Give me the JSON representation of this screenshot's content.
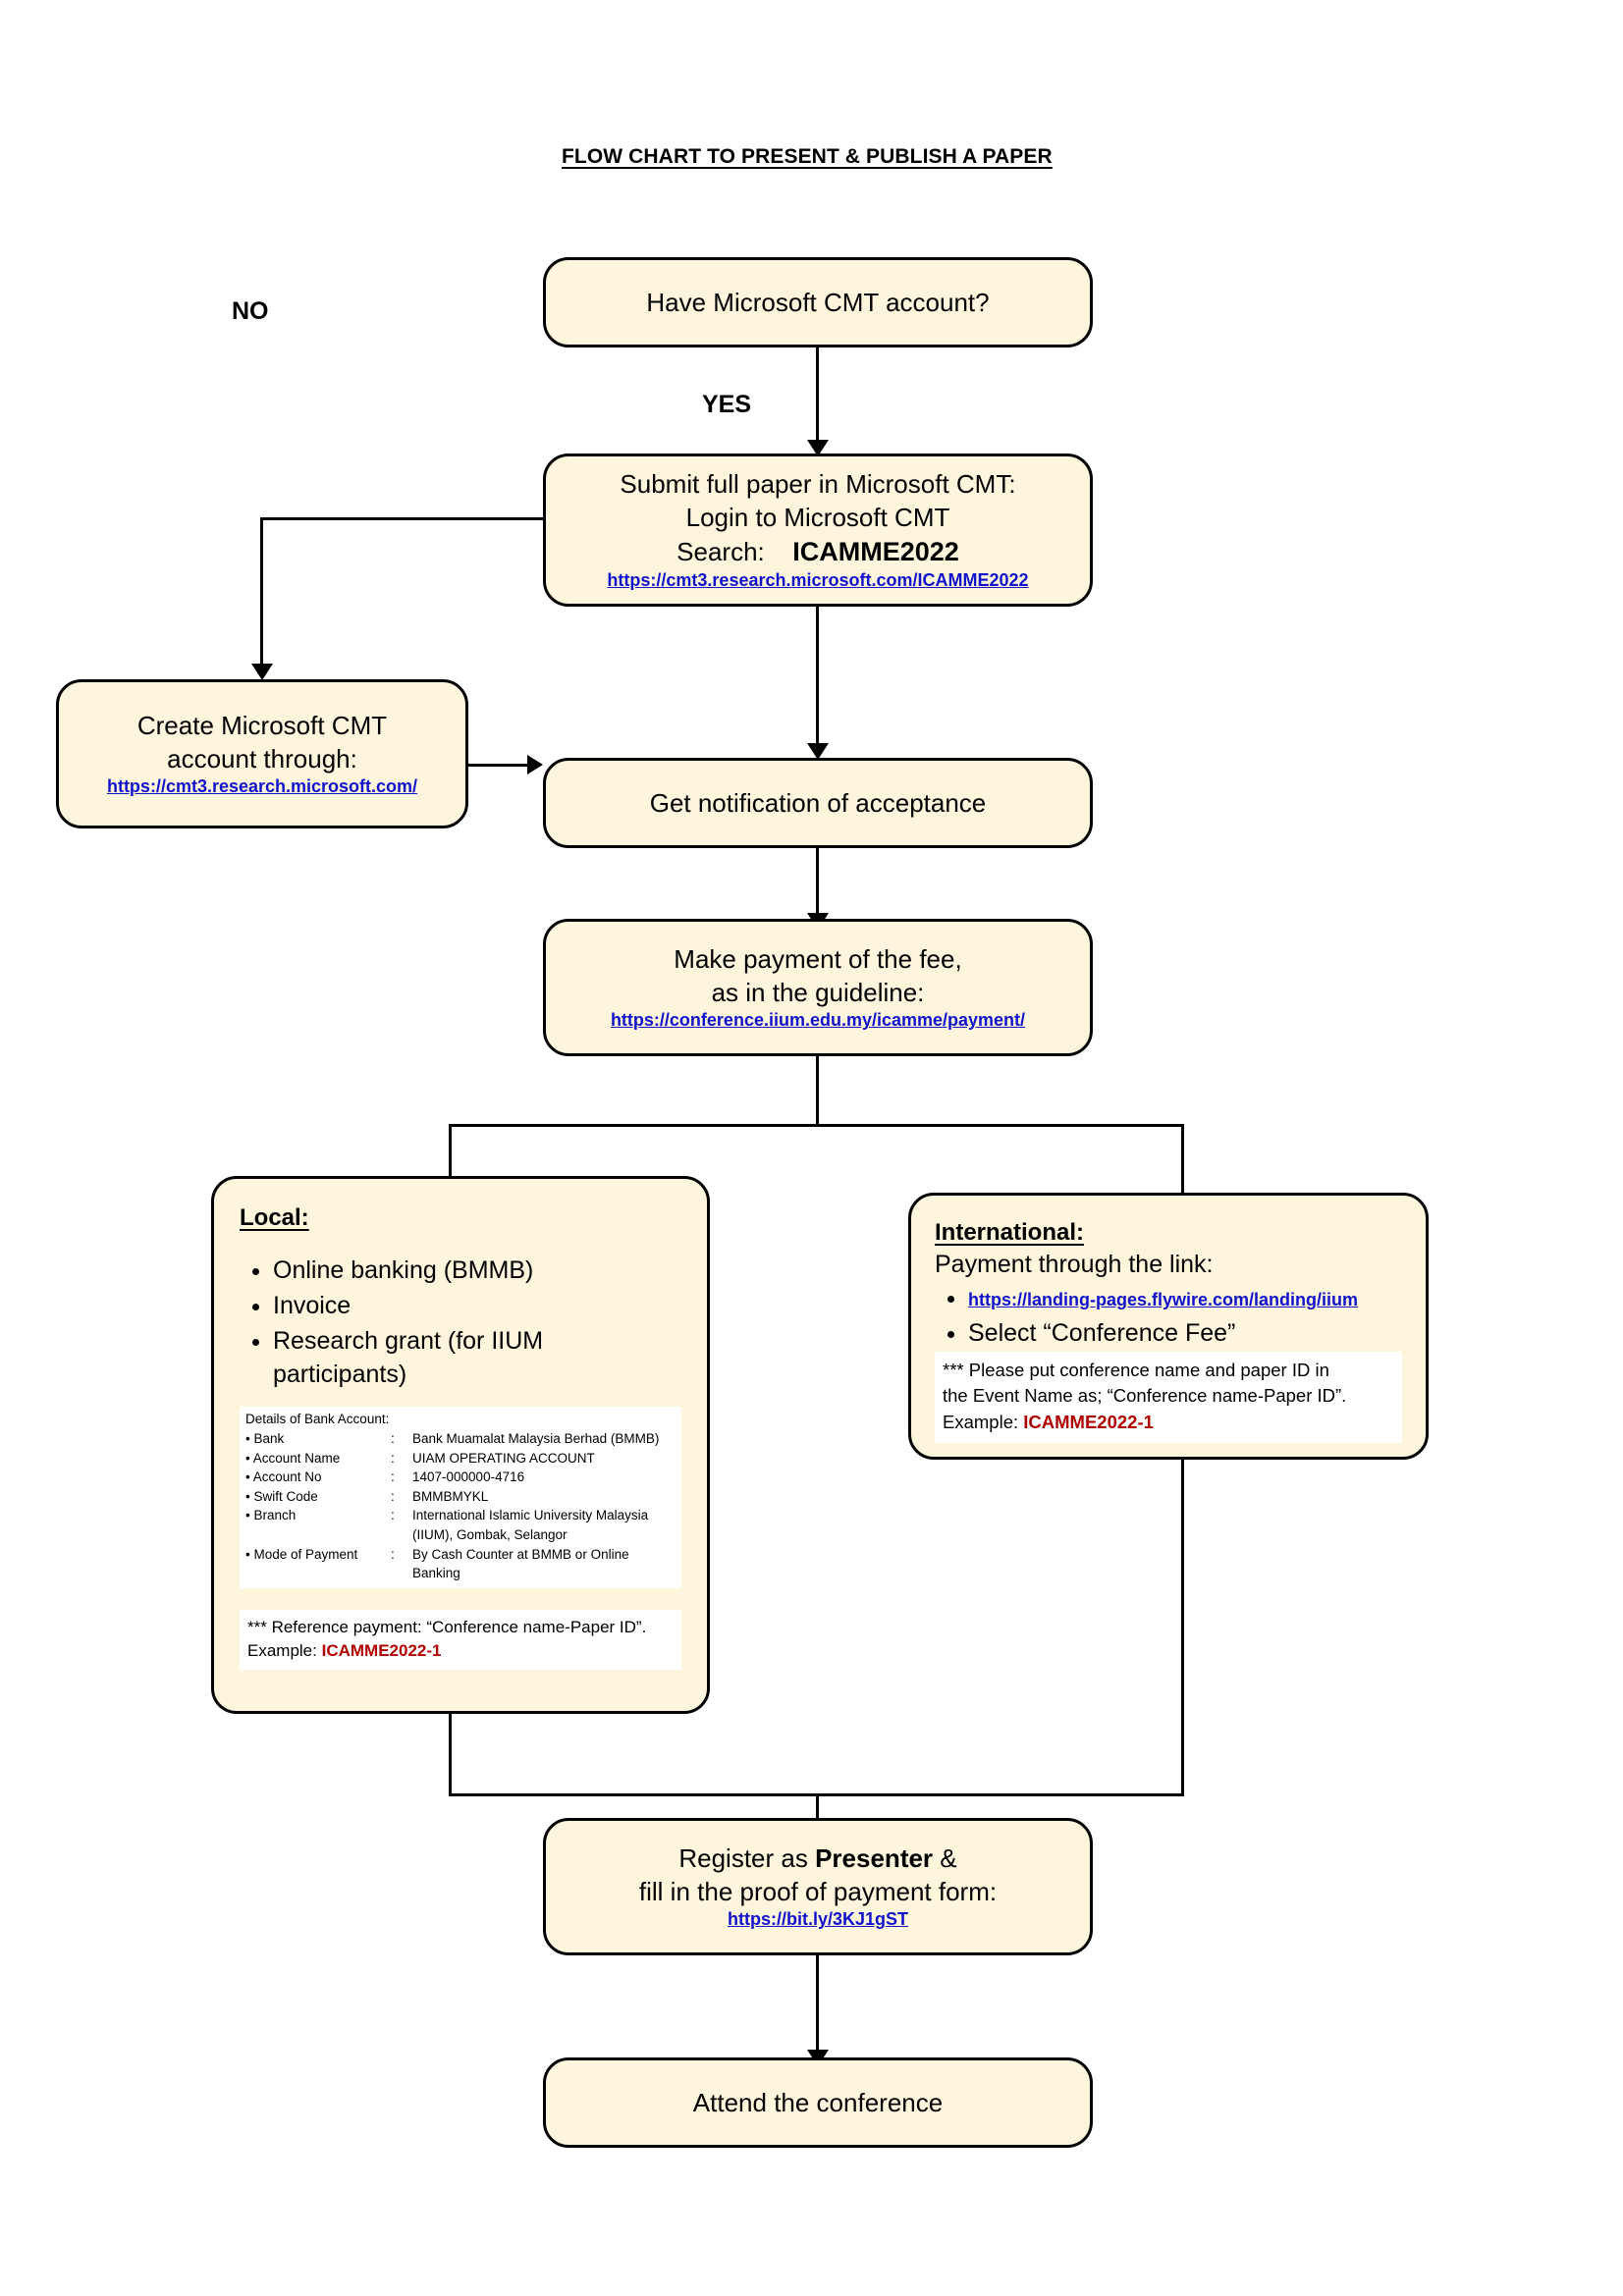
{
  "document": {
    "title": "FLOW CHART TO PRESENT & PUBLISH A PAPER"
  },
  "colors": {
    "box_fill": "#FDF6DC",
    "box_border": "#000000",
    "link": "#1112CC",
    "accent_red": "#B00000",
    "page_background": "#FFFFFF"
  },
  "edge_labels": {
    "yes": "YES",
    "no": "NO"
  },
  "nodes": {
    "have_account": {
      "line1": "Have Microsoft CMT account?"
    },
    "submit_paper": {
      "line1": "Submit full paper in Microsoft CMT:",
      "line2": "Login to Microsoft CMT",
      "line3_label": "Search:",
      "line3_value": "ICAMME2022",
      "link": "https://cmt3.research.microsoft.com/ICAMME2022"
    },
    "create_account": {
      "line1": "Create Microsoft CMT",
      "line2": "account through:",
      "link": "https://cmt3.research.microsoft.com/"
    },
    "notification": {
      "line1": "Get notification of acceptance"
    },
    "payment": {
      "line1": "Make payment of the fee,",
      "line2": "as in the guideline:",
      "link": "https://conference.iium.edu.my/icamme/payment/"
    },
    "local": {
      "heading": "Local:",
      "bullets": [
        "Online banking (BMMB)",
        "Invoice",
        "Research grant (for IIUM participants)"
      ],
      "bank_details": {
        "title": "Details of Bank Account:",
        "rows": [
          {
            "label": "• Bank",
            "colon": ":",
            "value": "Bank Muamalat Malaysia Berhad (BMMB)"
          },
          {
            "label": "• Account Name",
            "colon": ":",
            "value": "UIAM OPERATING ACCOUNT"
          },
          {
            "label": "• Account No",
            "colon": ":",
            "value": "1407-000000-4716"
          },
          {
            "label": "• Swift Code",
            "colon": ":",
            "value": "BMMBMYKL"
          },
          {
            "label": "• Branch",
            "colon": ":",
            "value": "International Islamic University Malaysia (IIUM), Gombak, Selangor"
          },
          {
            "label": "• Mode of Payment",
            "colon": ":",
            "value": "By Cash Counter at BMMB or Online Banking"
          }
        ]
      },
      "note_line1": "*** Reference payment: “Conference name-Paper ID”.",
      "note_example_label": "Example:",
      "note_example_value": "ICAMME2022-1"
    },
    "international": {
      "heading": "International:",
      "intro": "Payment through the link:",
      "bullets": [
        "https://landing-pages.flywire.com/landing/iium",
        "Select “Conference Fee”"
      ],
      "note_line1": "*** Please put conference name and paper ID in",
      "note_line2": "the Event Name as; “Conference name-Paper ID”.",
      "note_example_label": "Example:",
      "note_example_value": "ICAMME2022-1"
    },
    "register": {
      "line1_pre": "Register as",
      "line1_strong": "Presenter",
      "line1_post": "&",
      "line2": "fill in the proof of payment form:",
      "link": "https://bit.ly/3KJ1gST"
    },
    "attend": {
      "line1": "Attend the conference"
    }
  }
}
